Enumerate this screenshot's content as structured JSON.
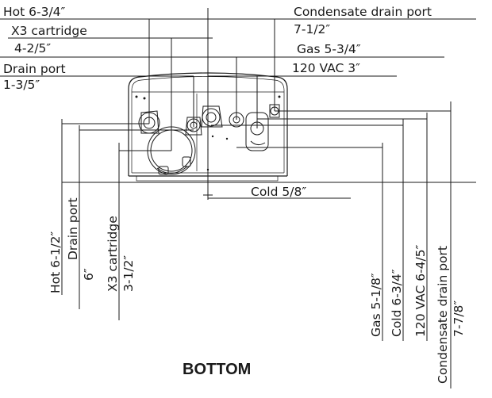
{
  "title": "BOTTOM",
  "top_labels": {
    "hot": "Hot 6-3/4″",
    "x3_cartridge": "X3 cartridge",
    "x3_cartridge_value": "4-2/5″",
    "drain_port": "Drain port",
    "drain_port_value": "1-3/5″",
    "condensate": "Condensate drain port",
    "condensate_value": "7-1/2″",
    "gas": "Gas 5-3/4″",
    "vac": "120 VAC 3″"
  },
  "middle_label": {
    "cold": "Cold 5/8″"
  },
  "side_labels": {
    "hot": "Hot 6-1/2″",
    "drain_port": "Drain port",
    "drain_port_value": "6″",
    "x3_cartridge": "X3 cartridge",
    "x3_cartridge_value": "3-1/2″",
    "gas": "Gas 5-1/8″",
    "cold": "Cold 6-3/4″",
    "vac": "120 VAC 6-4/5″",
    "condensate": "Condensate drain port",
    "condensate_value": "7-7/8″"
  }
}
